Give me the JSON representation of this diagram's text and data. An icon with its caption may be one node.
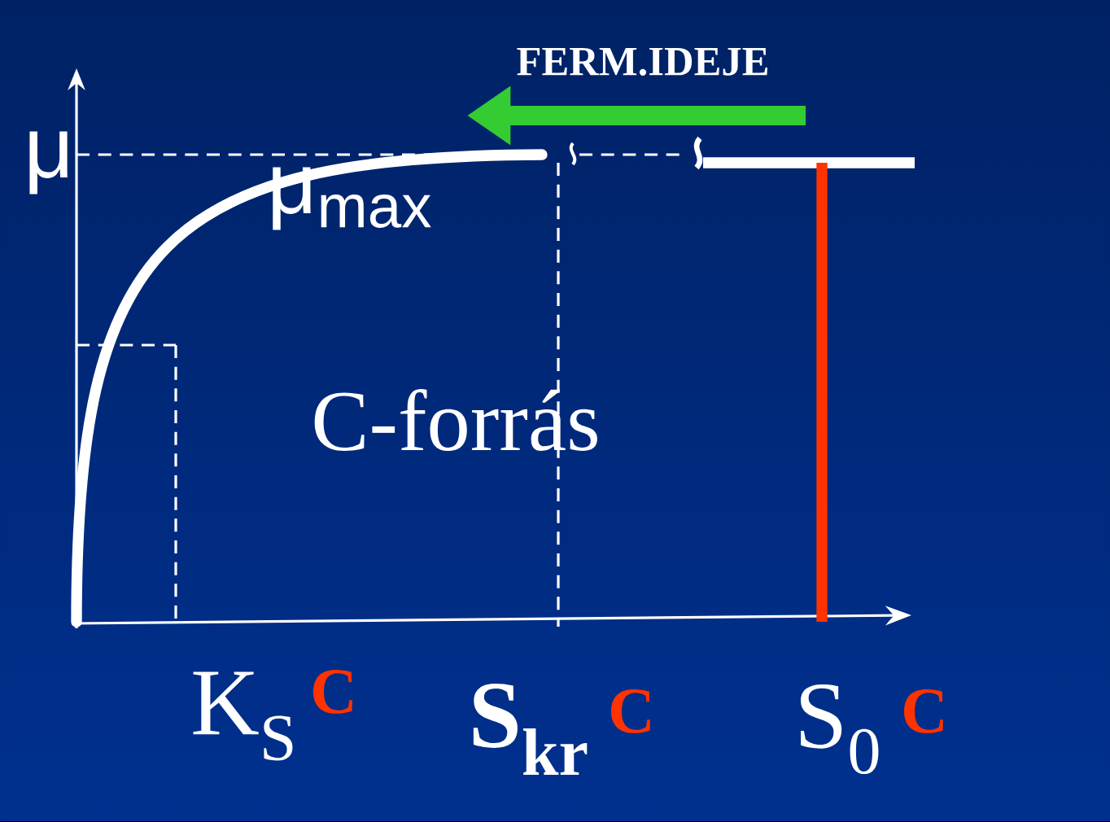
{
  "diagram": {
    "labels": [
      "FERM.IDEJE",
      "μ",
      "μ$_{max}$",
      "C-forrás",
      "K$_{S}$",
      "C",
      "S$_{kr}$",
      "C",
      "S$_{0}$",
      "C"
    ]
  }
}
